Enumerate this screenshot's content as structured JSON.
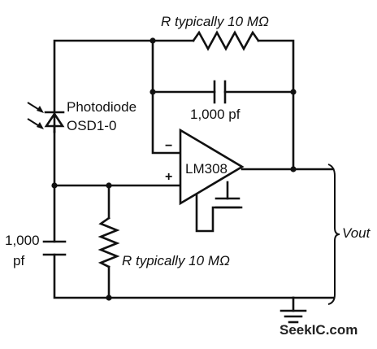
{
  "diagram": {
    "labels": {
      "feedback_resistor": "R typically 10 MΩ",
      "feedback_capacitor": "1,000 pf",
      "photodiode_name": "Photodiode",
      "photodiode_part": "OSD1-0",
      "opamp": "LM308",
      "input_capacitor_line1": "1,000",
      "input_capacitor_line2": "pf",
      "bias_resistor": "R typically 10 MΩ",
      "output": "Vout",
      "inverting_sign": "−",
      "noninverting_sign": "+"
    },
    "watermark": "SeekIC.com",
    "colors": {
      "ink": "#111111",
      "background": "#ffffff"
    }
  }
}
